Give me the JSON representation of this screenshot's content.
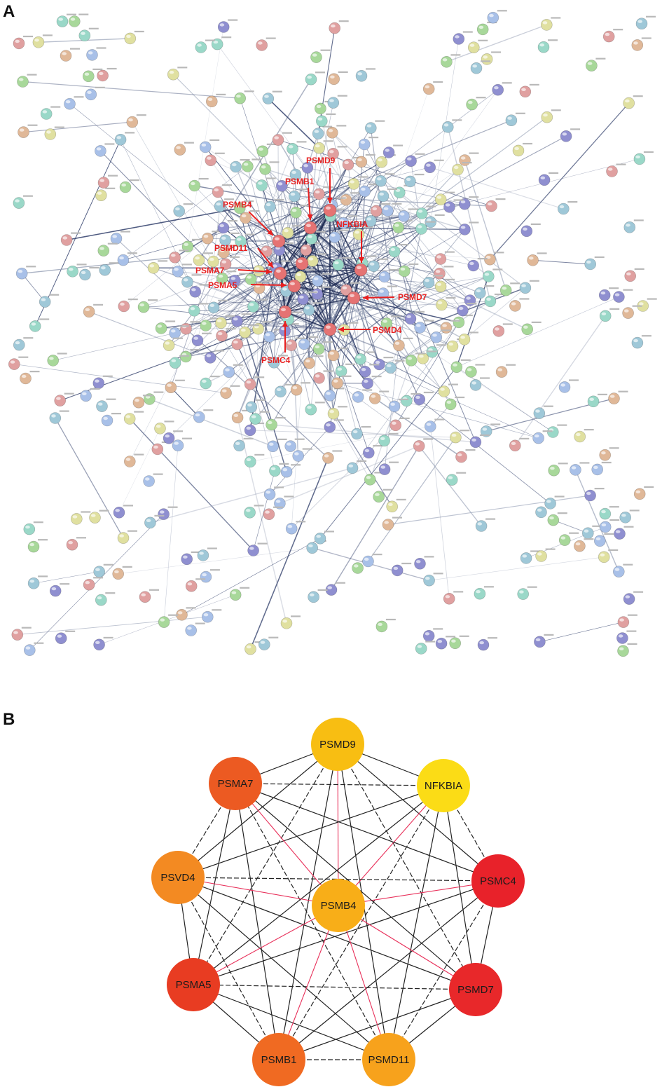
{
  "panel_a": {
    "letter": "A",
    "hub_labels": [
      "PSMD9",
      "PSMB1",
      "PSMB4",
      "NFKBIA",
      "PSMD11",
      "PSMA7",
      "PSMA5",
      "PSMD7",
      "PSMD4",
      "PSMC4"
    ],
    "hub_color": "#e82020",
    "node_colors": [
      "#8f8fd0",
      "#9fc8d8",
      "#a8d89a",
      "#e0e0a0",
      "#e0b898",
      "#e0a0a0",
      "#9ad8c8",
      "#a8c0e8"
    ]
  },
  "panel_b": {
    "letter": "B",
    "nodes": [
      {
        "label": "PSMD9",
        "color": "#f8be12"
      },
      {
        "label": "NFKBIA",
        "color": "#fbdc16"
      },
      {
        "label": "PSMC4",
        "color": "#e8222a"
      },
      {
        "label": "PSMD7",
        "color": "#e8282a"
      },
      {
        "label": "PSMD11",
        "color": "#f7a21c"
      },
      {
        "label": "PSMB1",
        "color": "#f06a22"
      },
      {
        "label": "PSMA5",
        "color": "#e83c22"
      },
      {
        "label": "PSVD4",
        "color": "#f38a22"
      },
      {
        "label": "PSMA7",
        "color": "#ec5a22"
      },
      {
        "label": "PSMB4",
        "color": "#f8ae18"
      }
    ],
    "edge_color": "#222222",
    "highlight_edge_color": "#e8305a"
  }
}
